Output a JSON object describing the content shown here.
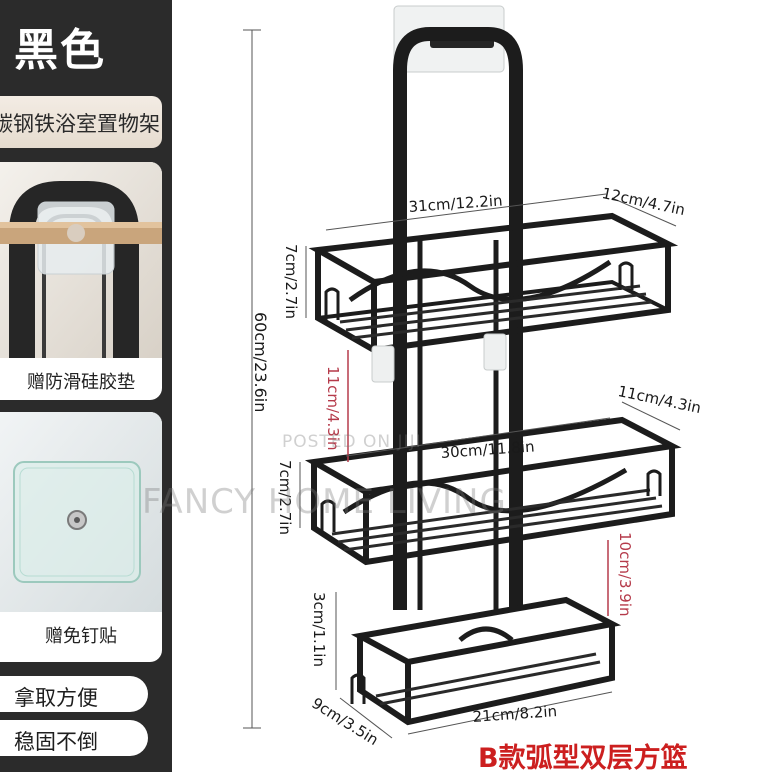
{
  "left_panel": {
    "title": "黑色",
    "subtitle": "碳钢铁浴室置物架",
    "cards": [
      {
        "caption": "赠防滑硅胶垫",
        "icon": "hook-with-pad-icon"
      },
      {
        "caption": "赠免钉贴",
        "icon": "adhesive-patch-icon"
      }
    ],
    "features": [
      "拿取方便",
      "稳固不倒"
    ]
  },
  "dimensions": {
    "total_height": "60cm/23.6in",
    "top_width": "31cm/12.2in",
    "top_depth": "12cm/4.7in",
    "top_height": "7cm/2.7in",
    "gap_upper": "11cm/4.3in",
    "mid_depth": "11cm/4.3in",
    "mid_width": "30cm/11.8in",
    "mid_height": "7cm/2.7in",
    "gap_lower": "10cm/3.9in",
    "bottom_height": "3cm/1.1in",
    "bottom_depth": "9cm/3.5in",
    "bottom_width": "21cm/8.2in"
  },
  "watermark": {
    "posted": "POSTED ON JIJI",
    "store": "FANCY HOME LIVING"
  },
  "bottom_label": "B款弧型双层方篮",
  "colors": {
    "panel": "#2b2b2b",
    "rack": "#1c1c1c",
    "accent_red": "#cc1f1f",
    "dimension_red": "#b53a4a"
  }
}
